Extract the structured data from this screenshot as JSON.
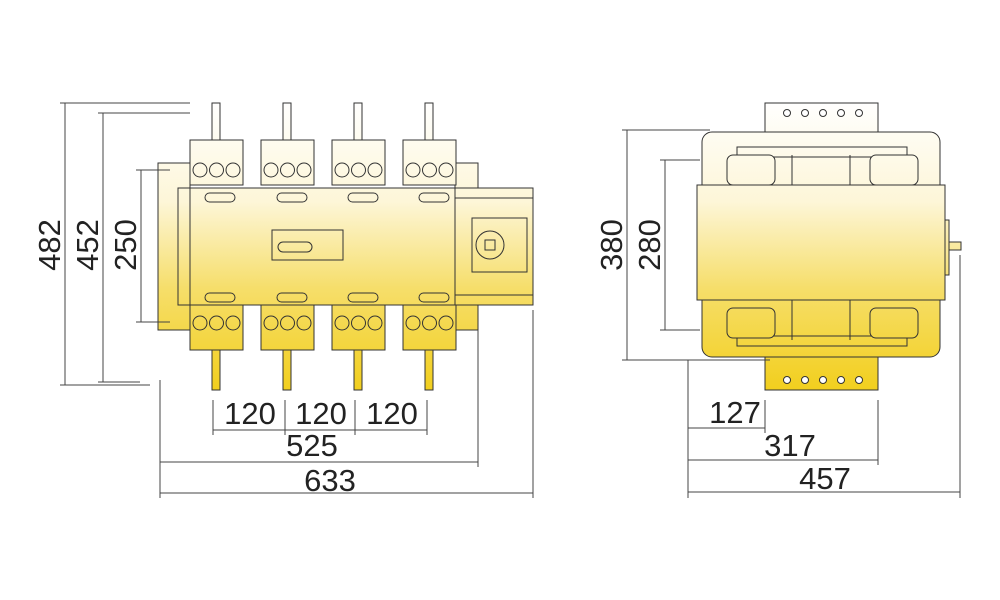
{
  "front_view": {
    "dimensions": {
      "overall_height": "482",
      "terminal_height": "452",
      "mounting_height": "250",
      "pole_pitch_1": "120",
      "pole_pitch_2": "120",
      "pole_pitch_3": "120",
      "terminal_span": "525",
      "overall_width": "633"
    }
  },
  "side_view": {
    "dimensions": {
      "plate_height": "380",
      "mounting_height": "280",
      "depth_to_terminal": "127",
      "depth_to_tab": "317",
      "overall_depth": "457"
    }
  },
  "colors": {
    "body_top": "#fffdf2",
    "body_bottom": "#f2cf1e",
    "outline": "#333333"
  }
}
